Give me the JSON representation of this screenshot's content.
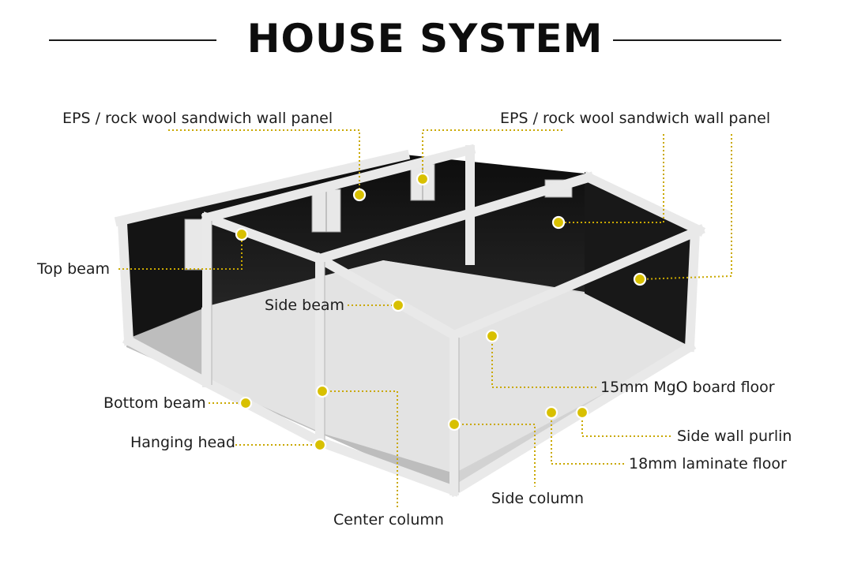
{
  "title": "HOUSE SYSTEM",
  "labels": {
    "wall_panel_left": "EPS / rock wool sandwich wall panel",
    "wall_panel_right": "EPS / rock wool sandwich wall panel",
    "top_beam": "Top beam",
    "side_beam": "Side beam",
    "bottom_beam": "Bottom beam",
    "hanging_head": "Hanging head",
    "center_column": "Center column",
    "side_column": "Side column",
    "mgo_floor": "15mm MgO board floor",
    "side_wall_purlin": "Side wall purlin",
    "laminate_floor": "18mm laminate floor"
  },
  "colors": {
    "frame": "#e6e6e6",
    "panel": "#1b1b1b",
    "floor": "#dcdcdc",
    "marker": "#d8c000"
  }
}
